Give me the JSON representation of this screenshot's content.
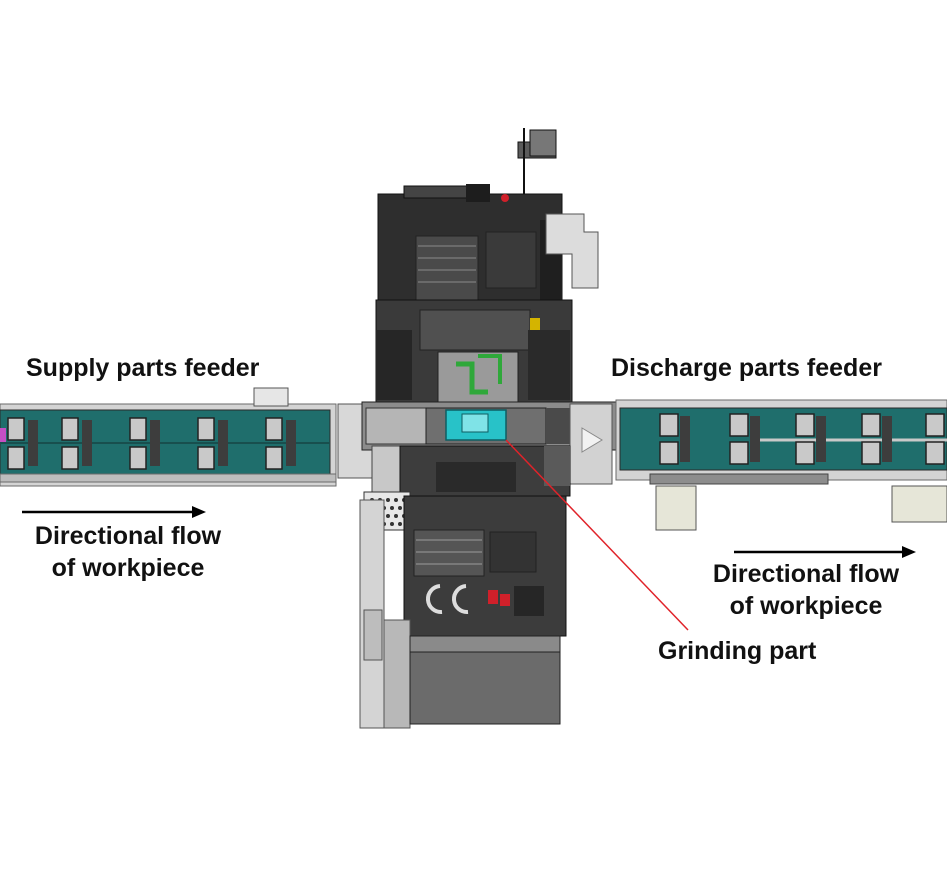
{
  "labels": {
    "supply_feeder": "Supply parts feeder",
    "discharge_feeder": "Discharge parts feeder",
    "flow_left_line1": "Directional flow",
    "flow_left_line2": "of workpiece",
    "flow_right_line1": "Directional flow",
    "flow_right_line2": "of workpiece",
    "grinding_part": "Grinding part"
  },
  "colors": {
    "conveyor_teal": "#1f6e6c",
    "machine_dark": "#3a3a3a",
    "machine_mid": "#6b6b6b",
    "highlight_cyan": "#28c2c8",
    "leader_red": "#e0232a",
    "accent_green": "#2fa83a",
    "accent_red": "#d0202a"
  }
}
